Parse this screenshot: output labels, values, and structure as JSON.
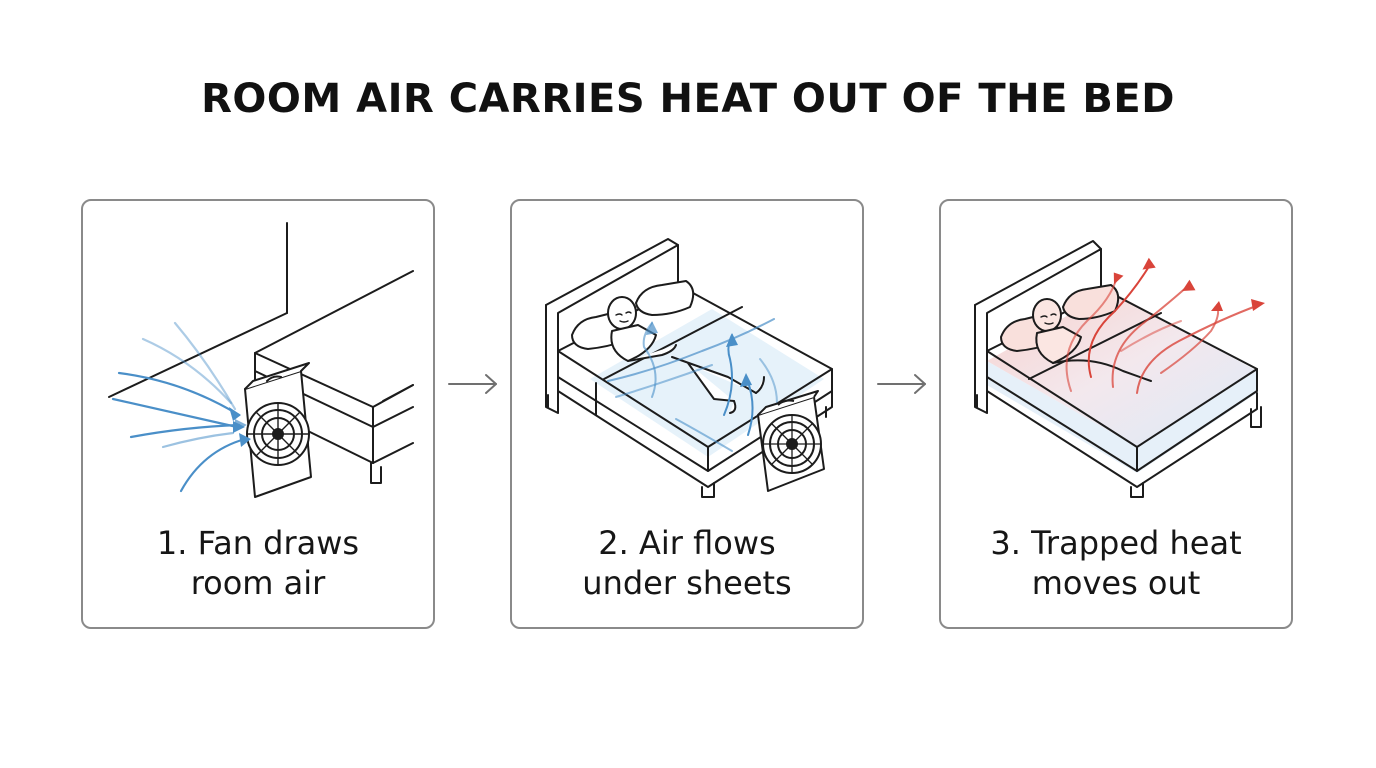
{
  "title": "ROOM AIR CARRIES HEAT OUT OF THE BED",
  "steps": [
    {
      "line1": "1. Fan draws",
      "line2": "room air"
    },
    {
      "line1": "2. Air flows",
      "line2": "under sheets"
    },
    {
      "line1": "3. Trapped heat",
      "line2": "moves out"
    }
  ],
  "colors": {
    "cool_air": "#4a8fc8",
    "warm_air": "#d9443a",
    "ink": "#1c1c1c",
    "panel_border": "#8a8a8a",
    "flow_arrow": "#707070"
  },
  "icons": [
    "box-fan-icon",
    "bed-icon",
    "sleeper-icon",
    "airflow-arrow-icon",
    "heat-arrow-icon",
    "flow-arrow-icon"
  ]
}
